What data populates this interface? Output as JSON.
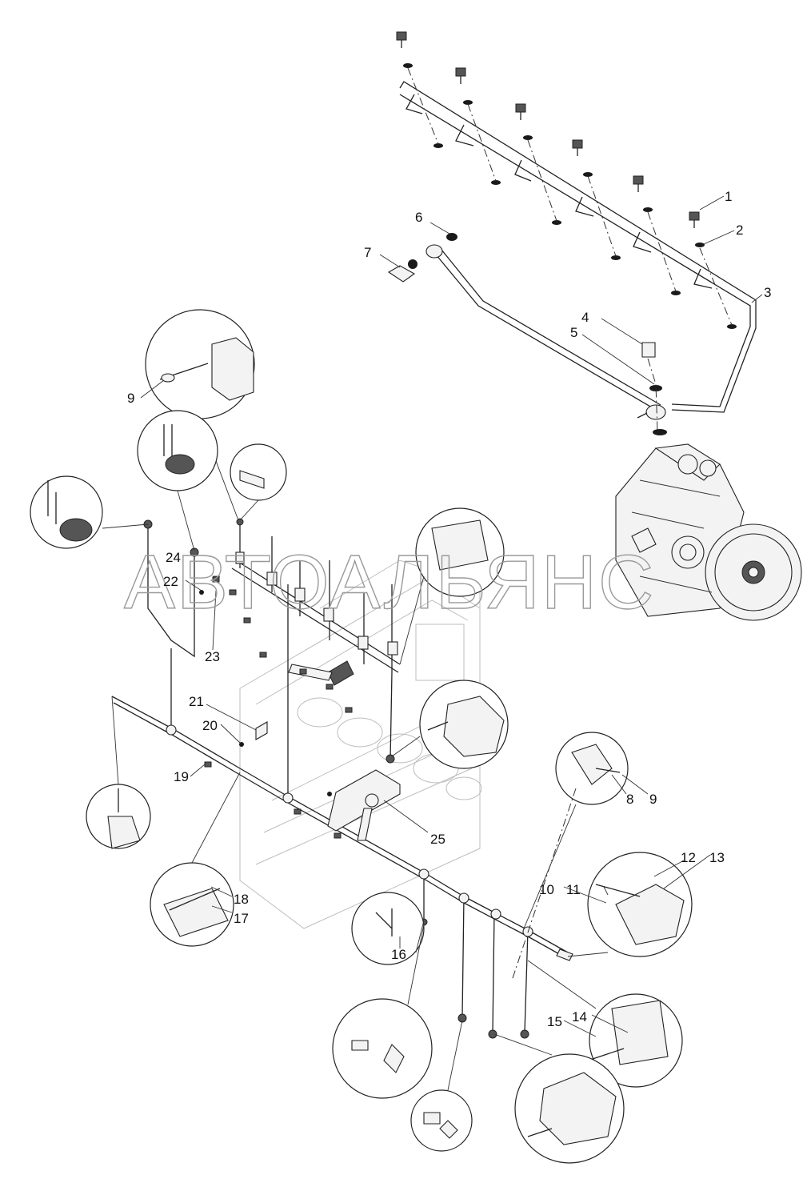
{
  "watermark": "АВТОАЛЬЯНС",
  "callouts": [
    "1",
    "2",
    "3",
    "4",
    "5",
    "6",
    "7",
    "8",
    "9",
    "9",
    "10",
    "11",
    "12",
    "13",
    "14",
    "15",
    "16",
    "17",
    "18",
    "19",
    "20",
    "21",
    "22",
    "23",
    "24",
    "25"
  ],
  "colors": {
    "line": "#222222",
    "watermark": "#9a9a9a",
    "background": "#ffffff",
    "engine_ghost": "#bdbdbd"
  }
}
